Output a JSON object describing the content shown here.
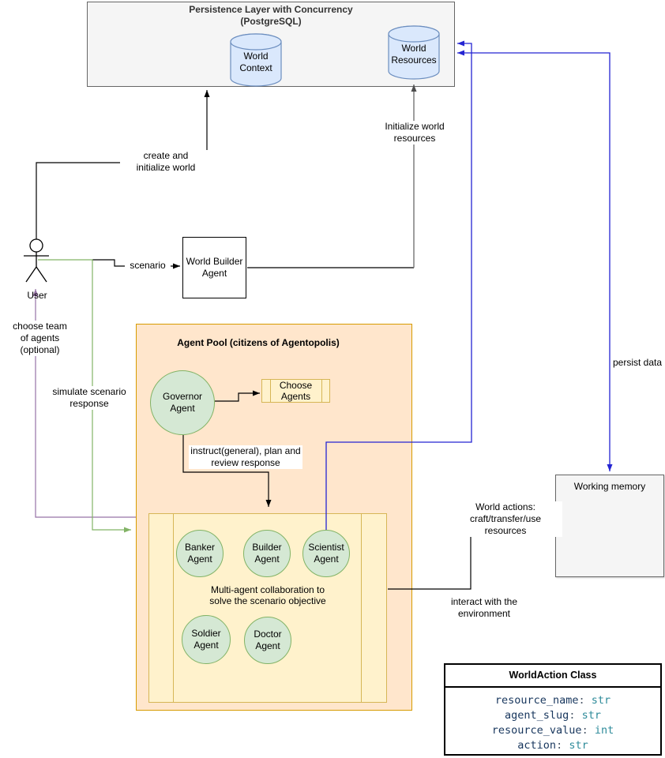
{
  "actor": {
    "label": "User"
  },
  "persistence_layer": {
    "title": "Persistence Layer with Concurrency\n(PostgreSQL)",
    "world_context": "World\nContext",
    "world_resources": "World\nResources"
  },
  "world_builder": {
    "label": "World Builder\nAgent"
  },
  "agent_pool": {
    "title": "Agent Pool (citizens of Agentopolis)",
    "governor": "Governor\nAgent",
    "choose_agents": "Choose\nAgents",
    "collaboration_note": "Multi-agent collaboration to\nsolve the scenario objective",
    "agents": [
      {
        "label": "Banker\nAgent"
      },
      {
        "label": "Builder\nAgent"
      },
      {
        "label": "Scientist\nAgent"
      },
      {
        "label": "Soldier\nAgent"
      },
      {
        "label": "Doctor\nAgent"
      }
    ]
  },
  "working_memory": {
    "label": "Working memory"
  },
  "world_action_class": {
    "title": "WorldAction Class",
    "separator": ": ",
    "fields": [
      {
        "name": "resource_name",
        "type": "str"
      },
      {
        "name": "agent_slug",
        "type": "str"
      },
      {
        "name": "resource_value",
        "type": "int"
      },
      {
        "name": "action",
        "type": "str"
      }
    ]
  },
  "edge_labels": {
    "create_initialize": "create and\ninitialize world",
    "initialize_resources": "Initialize world\nresources",
    "scenario": "scenario",
    "choose_team": "choose team\nof agents (optional)",
    "simulate": "simulate scenario\nresponse",
    "instruct": "instruct(general), plan and\nreview response",
    "world_actions": "World actions:\ncraft/transfer/use resources",
    "interact": "interact with the environment",
    "persist": "persist data"
  },
  "colors": {
    "arrow_blue": "#2424d2",
    "arrow_purple": "#9673a6",
    "arrow_green": "#82b366",
    "arrow_gray": "#757575",
    "pool_fill": "#ffe6cc",
    "pool_border": "#d79b00",
    "process_fill": "#fff2cc",
    "process_border": "#d6b656",
    "agent_fill": "#d5e8d4",
    "agent_border": "#82b366",
    "db_fill": "#dae8fc",
    "db_border": "#6c8ebf",
    "layer_fill": "#f5f5f5",
    "field_name": "#17365d",
    "field_type": "#2e8b9a"
  }
}
